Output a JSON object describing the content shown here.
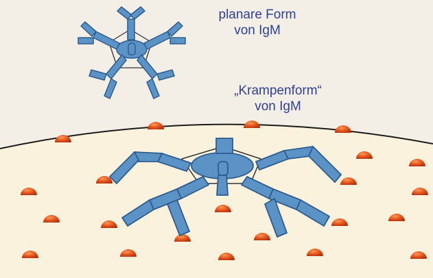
{
  "labels": {
    "planar_line1": "planare Form",
    "planar_line2": "von IgM",
    "cramp_line1": "„Krampenform“",
    "cramp_line2": "von IgM"
  },
  "colors": {
    "background": "#f4efe6",
    "cell_surface": "#fbf2de",
    "antibody_fill": "#5b93c6",
    "antibody_stroke": "#2e5c8e",
    "antigen": "#e4541e",
    "text": "#2f3f92"
  }
}
